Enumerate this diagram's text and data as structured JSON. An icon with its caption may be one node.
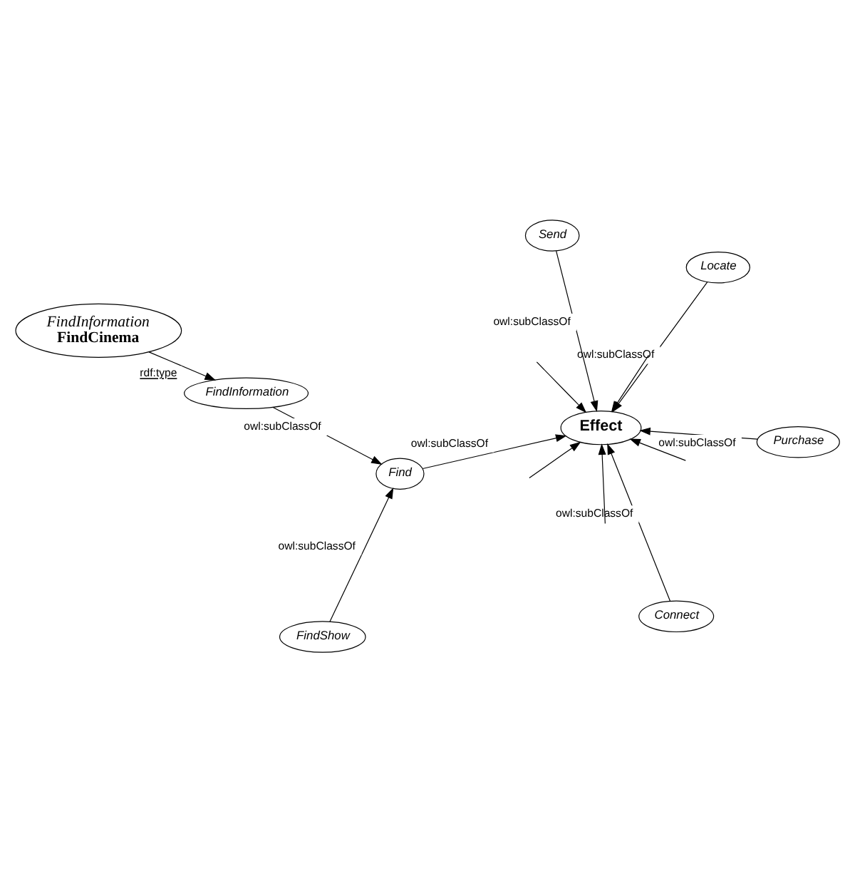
{
  "diagram": {
    "nodes": [
      {
        "text": [
          "FindInformation",
          "FindCinema"
        ]
      },
      {
        "text": [
          "FindInformation"
        ]
      },
      {
        "text": [
          "FindShow"
        ]
      },
      {
        "text": [
          "Find"
        ]
      },
      {
        "text": [
          "Effect"
        ]
      },
      {
        "text": [
          "Connect"
        ]
      },
      {
        "text": [
          "Purchase"
        ]
      },
      {
        "text": [
          "Locate"
        ]
      },
      {
        "text": [
          "Send"
        ]
      }
    ],
    "edges": [
      {
        "from": 0,
        "to": 1,
        "arrow": "to",
        "label": "rdf:type"
      },
      {
        "from": 1,
        "to": 3,
        "arrow": "to",
        "label": "owl:subClassOf"
      },
      {
        "from": 2,
        "to": 3,
        "arrow": "to",
        "label": "owl:subClassOf"
      },
      {
        "from": 3,
        "to": 4,
        "arrow": "to",
        "label": "owl:subClassOf"
      },
      {
        "from": 5,
        "to": 4,
        "arrow": "to",
        "label": "owl:subClassOf"
      },
      {
        "from": 6,
        "to": 4,
        "arrow": "to",
        "label": "owl:subClassOf"
      },
      {
        "from": 7,
        "to": 4,
        "arrow": "to",
        "label": "owl:subClassOf"
      },
      {
        "from": 8,
        "to": 4,
        "arrow": "to",
        "label": "owl:subClassOf"
      },
      {
        "from": null,
        "to": 4,
        "arrow": "to"
      },
      {
        "from": null,
        "to": 4,
        "arrow": "to"
      },
      {
        "from": null,
        "to": 4,
        "arrow": "to"
      },
      {
        "from": null,
        "to": 4,
        "arrow": "to"
      },
      {
        "from": null,
        "to": 4,
        "arrow": "to"
      }
    ]
  }
}
